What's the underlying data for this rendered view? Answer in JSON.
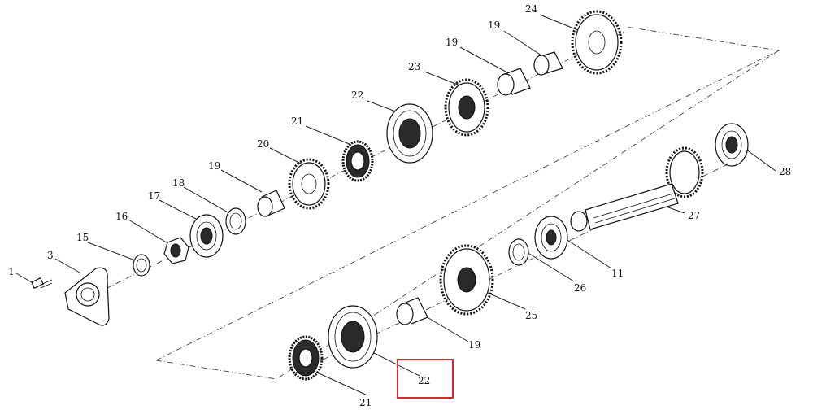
{
  "labels": {
    "p1": "1",
    "p3": "3",
    "p15": "15",
    "p16": "16",
    "p17": "17",
    "p18": "18",
    "p19a": "19",
    "p20": "20",
    "p21a": "21",
    "p22a": "22",
    "p23": "23",
    "p19b": "19",
    "p19c": "19",
    "p24": "24",
    "p28": "28",
    "p27": "27",
    "p11": "11",
    "p26": "26",
    "p25": "25",
    "p19d": "19",
    "p22b": "22",
    "p21b": "21"
  },
  "highlight": {
    "label": "22",
    "color": "#d9282c"
  }
}
